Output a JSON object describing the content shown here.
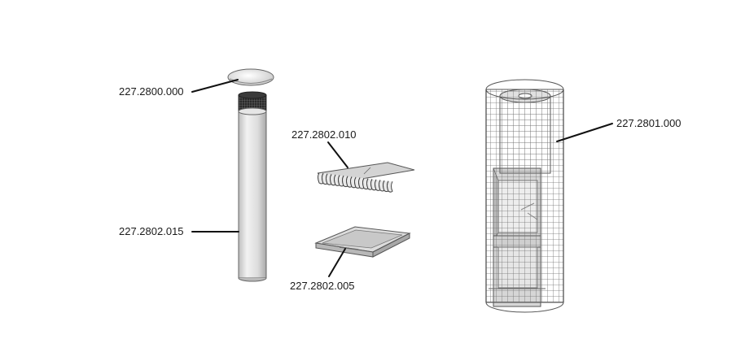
{
  "parts": {
    "cap": {
      "code": "227.2800.000"
    },
    "pipe": {
      "code": "227.2802.015"
    },
    "grate": {
      "code": "227.2802.010"
    },
    "tray": {
      "code": "227.2802.005"
    },
    "cage": {
      "code": "227.2801.000"
    }
  },
  "colors": {
    "part_fill": "#d8d8d8",
    "outline": "#555555",
    "mesh": "#777777",
    "leader": "#111111",
    "text": "#1a1a1a"
  }
}
